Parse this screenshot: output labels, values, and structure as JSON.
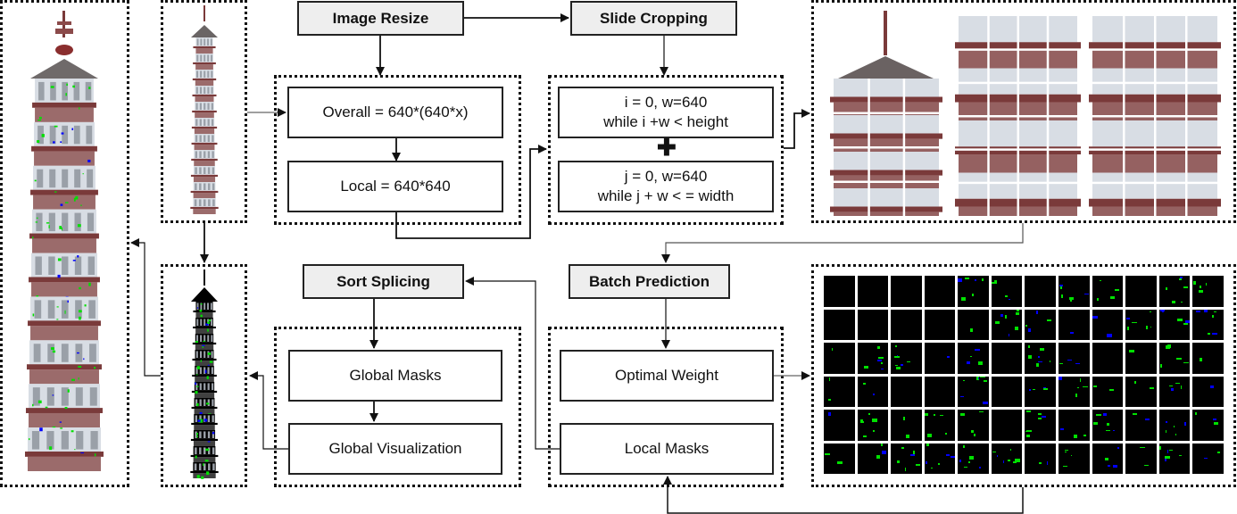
{
  "stages": {
    "image_resize": "Image Resize",
    "slide_cropping": "Slide Cropping",
    "sort_splicing": "Sort Splicing",
    "batch_prediction": "Batch Prediction"
  },
  "steps": {
    "overall": "Overall = 640*(640*x)",
    "local": "Local = 640*640",
    "crop_i_line1": "i = 0, w=640",
    "crop_i_line2": "while i +w  <  height",
    "plus_symbol": "✚",
    "crop_j_line1": "j = 0, w=640",
    "crop_j_line2": "while j + w  < = width",
    "global_masks": "Global Masks",
    "global_visualization": "Global Visualization",
    "optimal_weight": "Optimal Weight",
    "local_masks": "Local Masks"
  },
  "images": {
    "input_pagoda": "input-pagoda-photo",
    "output_pagoda_overlay": "output-pagoda-overlay",
    "global_mask_pagoda": "global-mask-pagoda",
    "cropped_slices": [
      "top-slice-grid",
      "middle-slice-grid",
      "bottom-slice-grid"
    ],
    "local_mask_grid": {
      "rows": 6,
      "cols": 12
    }
  },
  "colors": {
    "stage_fill": "#eeeeee",
    "mask_background": "#000000",
    "mask_class_green": "#00e000",
    "mask_class_blue": "#0000ff",
    "pagoda_red": "#7a3a3a",
    "pagoda_wall": "#d8dde4"
  }
}
